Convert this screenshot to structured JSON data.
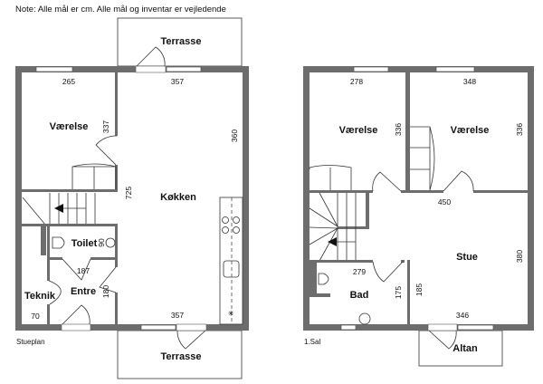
{
  "note": "Note: Alle mål er cm. Alle mål og inventar er vejledende",
  "ground": {
    "caption": "Stueplan",
    "rooms": {
      "vaerelse": "Værelse",
      "kokken": "Køkken",
      "toilet": "Toilet",
      "entre": "Entre",
      "teknik": "Teknik",
      "terrasse_top": "Terrasse",
      "terrasse_bottom": "Terrasse"
    },
    "dims": {
      "d265": "265",
      "d357top": "357",
      "d337": "337",
      "d360": "360",
      "d725": "725",
      "d90": "90",
      "d187": "187",
      "d180": "180",
      "d70": "70",
      "d357bot": "357"
    }
  },
  "first": {
    "caption": "1.Sal",
    "rooms": {
      "vaerelse1": "Værelse",
      "vaerelse2": "Værelse",
      "stue": "Stue",
      "bad": "Bad",
      "altan": "Altan"
    },
    "dims": {
      "d278": "278",
      "d348": "348",
      "d336a": "336",
      "d336b": "336",
      "d450": "450",
      "d380": "380",
      "d279": "279",
      "d175": "175",
      "d185": "185",
      "d346": "346"
    }
  }
}
